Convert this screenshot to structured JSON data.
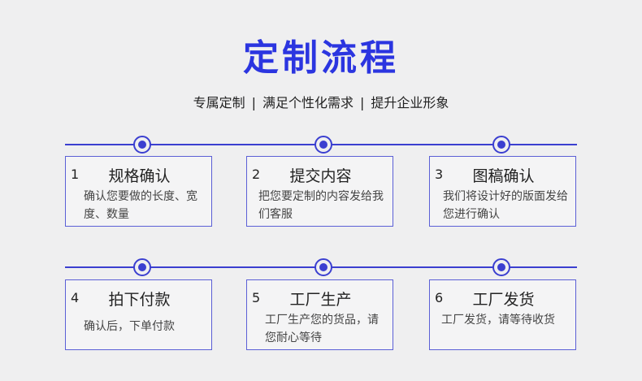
{
  "title": "定制流程",
  "subtitle": [
    "专属定制",
    "满足个性化需求",
    "提升企业形象"
  ],
  "subtitle_separator": "|",
  "steps": [
    {
      "num": "1",
      "title": "规格确认",
      "desc": "确认您要做的长度、宽度、数量"
    },
    {
      "num": "2",
      "title": "提交内容",
      "desc": "把您要定制的内容发给我们客服"
    },
    {
      "num": "3",
      "title": "图稿确认",
      "desc": "我们将设计好的版面发给您进行确认"
    },
    {
      "num": "4",
      "title": "拍下付款",
      "desc": "确认后，下单付款"
    },
    {
      "num": "5",
      "title": "工厂生产",
      "desc": "工厂生产您的货品，请您耐心等待"
    },
    {
      "num": "6",
      "title": "工厂发货",
      "desc": "工厂发货，请等待收货"
    }
  ],
  "colors": {
    "accent": "#2b35e0",
    "line": "#3b3fd0"
  }
}
